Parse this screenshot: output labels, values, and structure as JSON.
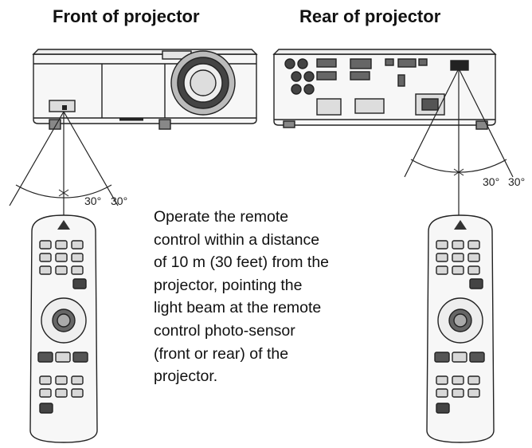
{
  "headings": {
    "front": "Front of projector",
    "rear": "Rear of projector"
  },
  "angles": {
    "front_left": "30°",
    "front_right": "30°",
    "rear_left": "30°",
    "rear_right": "30°"
  },
  "instructions": "Operate the remote\ncontrol within a distance\nof 10 m (30 feet) from the\nprojector, pointing the\nlight beam at the remote\ncontrol photo-sensor\n(front or rear) of the\nprojector.",
  "colors": {
    "line": "#222222",
    "body": "#f7f7f7",
    "dark": "#333333",
    "button": "#d8d8d8"
  }
}
